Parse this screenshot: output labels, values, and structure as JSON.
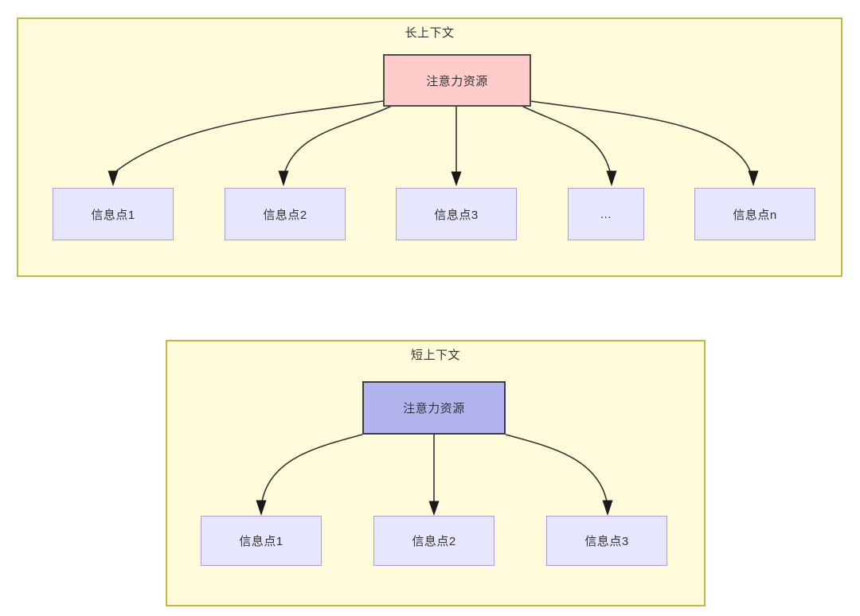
{
  "diagram": {
    "type": "flowchart",
    "background": "#ffffff",
    "groups": [
      {
        "id": "long-context",
        "title": "长上下文",
        "fill": "#fdfbd9",
        "border": "#c0bb3a",
        "root": {
          "label": "注意力资源",
          "fill": "#ffcccc",
          "border": "#4d4d4d"
        },
        "leaves": [
          {
            "label": "信息点1"
          },
          {
            "label": "信息点2"
          },
          {
            "label": "信息点3"
          },
          {
            "label": "..."
          },
          {
            "label": "信息点n"
          }
        ],
        "leaf_fill": "#e6e6ff",
        "leaf_border": "#b19ddc",
        "edge_count": 5
      },
      {
        "id": "short-context",
        "title": "短上下文",
        "fill": "#fdfbd9",
        "border": "#c0bb3a",
        "root": {
          "label": "注意力资源",
          "fill": "#b3b3ee",
          "border": "#3b3b4d"
        },
        "leaves": [
          {
            "label": "信息点1"
          },
          {
            "label": "信息点2"
          },
          {
            "label": "信息点3"
          }
        ],
        "leaf_fill": "#e6e6ff",
        "leaf_border": "#b19ddc",
        "edge_count": 3
      }
    ],
    "edge_color": "#333333",
    "text_color": "#333333"
  }
}
